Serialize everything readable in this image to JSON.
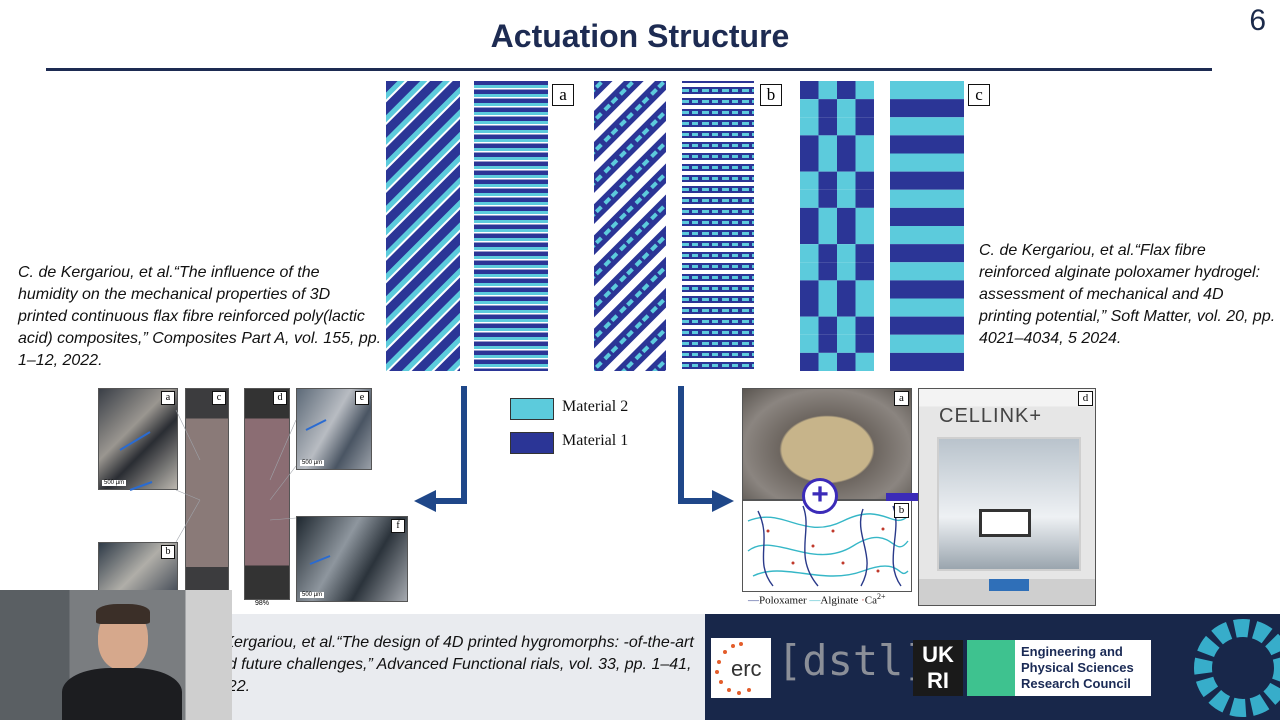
{
  "slide": {
    "number": "6",
    "title": "Actuation Structure"
  },
  "references": {
    "left": "C. de Kergariou, et al.“The influence of the humidity on the mechanical properties of 3D printed continuous flax fibre reinforced poly(lactic acid) composites,” Composites Part A, vol. 155, pp. 1–12, 2022.",
    "right": "C. de Kergariou, et al.“Flax fibre reinforced alginate poloxamer hydrogel: assessment of mechanical and 4D printing potential,” Soft Matter, vol. 20, pp. 4021–4034, 5 2024.",
    "bottom": "e Kergariou, et al.“The design of 4D printed hygromorphs: -of-the-art and future challenges,” Advanced Functional rials, vol. 33, pp. 1–41, 2022."
  },
  "figure": {
    "panel_tags": [
      "a",
      "b",
      "c"
    ],
    "legend": [
      {
        "label": "Material 2",
        "color": "#5ccbdc"
      },
      {
        "label": "Material 1",
        "color": "#2b3596"
      }
    ],
    "colors": {
      "material1": "#2b3596",
      "material2": "#5ccbdc",
      "arrow": "#1f4789"
    }
  },
  "left_photos": {
    "tags": [
      "a",
      "c",
      "d",
      "e",
      "b",
      "f"
    ],
    "scale_labels": [
      "500 µm",
      "500 µm",
      "500 µm"
    ],
    "percent_label": "98%"
  },
  "right_photos": {
    "tags": [
      "a",
      "b",
      "d"
    ],
    "printer_brand": "CELLINK+",
    "diagram_labels": {
      "poloxamer": "Poloxamer",
      "alginate": "Alginate",
      "calcium": "Ca",
      "calcium_sup": "2+"
    },
    "plus_symbol": "+"
  },
  "footer": {
    "logos": {
      "erc": "erc",
      "dstl": "[dstl]",
      "ukri": "UK RI",
      "epsrc": "Engineering and Physical Sciences Research Council"
    }
  }
}
